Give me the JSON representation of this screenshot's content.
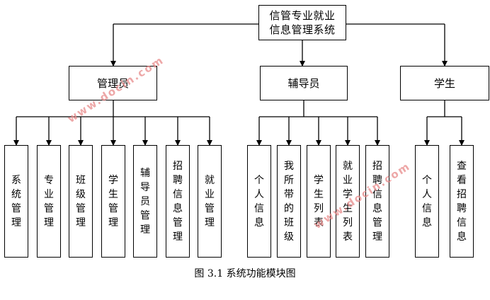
{
  "root": "信管专业就业\n信息管理系统",
  "groups": [
    {
      "name": "管理员",
      "modules": [
        "系\n统\n管\n理",
        "专\n业\n管\n理",
        "班\n级\n管\n理",
        "学\n生\n管\n理",
        "辅\n导\n员\n管\n理",
        "招\n聘\n信\n息\n管\n理",
        "就\n业\n管\n理"
      ]
    },
    {
      "name": "辅导员",
      "modules": [
        "个\n人\n信\n息",
        "我\n所\n带\n的\n班\n级",
        "学\n生\n列\n表",
        "就\n业\n学\n生\n列\n表",
        "招\n聘\n信\n息\n管\n理"
      ]
    },
    {
      "name": "学生",
      "modules": [
        "个\n人\n信\n息",
        "查\n看\n招\n聘\n信\n息"
      ]
    }
  ],
  "caption": "图 3.1 系统功能模块图",
  "watermark": "www.docin.com"
}
